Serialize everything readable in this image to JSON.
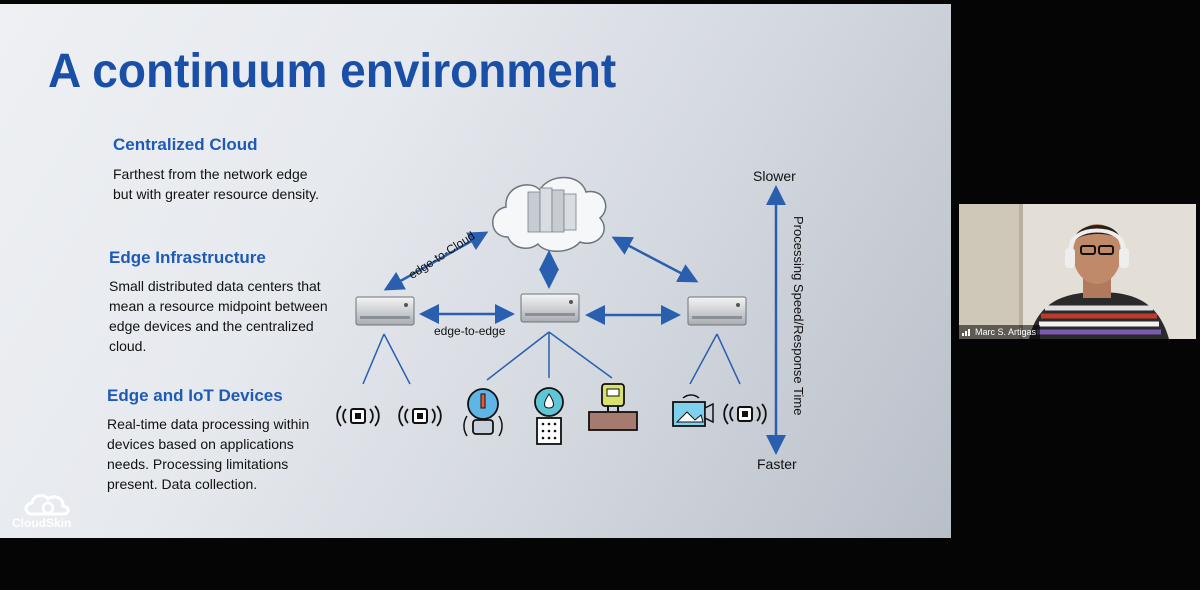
{
  "slide": {
    "title": "A continuum environment",
    "sections": [
      {
        "heading": "Centralized Cloud",
        "body": [
          "Farthest from the network edge",
          "but with greater resource density."
        ]
      },
      {
        "heading": "Edge Infrastructure",
        "body": [
          "Small distributed data centers that",
          "mean a resource midpoint between",
          "edge devices and the centralized",
          "cloud."
        ]
      },
      {
        "heading": "Edge and IoT Devices",
        "body": [
          "Real-time data processing within",
          "devices based on applications",
          "needs. Processing limitations",
          "present. Data collection."
        ]
      }
    ],
    "diagram": {
      "edge_to_cloud_label": "edge-to-Cloud",
      "edge_to_edge_label": "edge-to-edge",
      "axis_top": "Slower",
      "axis_bottom": "Faster",
      "axis_title": "Processing Speed/Response Time"
    },
    "logo": "CloudSkin",
    "colors": {
      "title": "#1a4fa8",
      "heading": "#1f5bb5",
      "arrow": "#2a5fb0"
    }
  },
  "video": {
    "participant_name": "Marc S. Artigas"
  }
}
